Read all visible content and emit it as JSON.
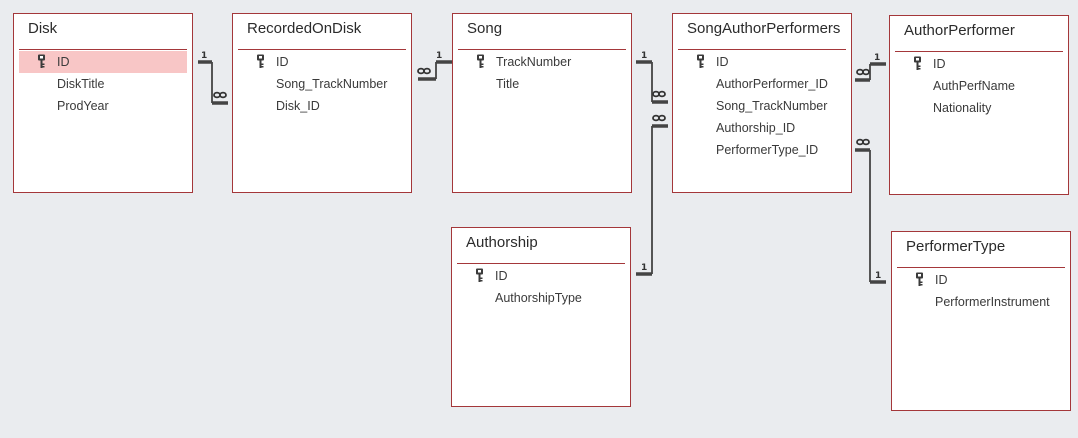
{
  "tables": [
    {
      "name": "Disk",
      "fields": [
        {
          "name": "ID",
          "key": true,
          "selected": true
        },
        {
          "name": "DiskTitle",
          "key": false
        },
        {
          "name": "ProdYear",
          "key": false
        }
      ]
    },
    {
      "name": "RecordedOnDisk",
      "fields": [
        {
          "name": "ID",
          "key": true
        },
        {
          "name": "Song_TrackNumber",
          "key": false
        },
        {
          "name": "Disk_ID",
          "key": false
        }
      ]
    },
    {
      "name": "Song",
      "fields": [
        {
          "name": "TrackNumber",
          "key": true
        },
        {
          "name": "Title",
          "key": false
        }
      ]
    },
    {
      "name": "SongAuthorPerformers",
      "fields": [
        {
          "name": "ID",
          "key": true
        },
        {
          "name": "AuthorPerformer_ID",
          "key": false
        },
        {
          "name": "Song_TrackNumber",
          "key": false
        },
        {
          "name": "Authorship_ID",
          "key": false
        },
        {
          "name": "PerformerType_ID",
          "key": false
        }
      ]
    },
    {
      "name": "AuthorPerformer",
      "fields": [
        {
          "name": "ID",
          "key": true
        },
        {
          "name": "AuthPerfName",
          "key": false
        },
        {
          "name": "Nationality",
          "key": false
        }
      ]
    },
    {
      "name": "Authorship",
      "fields": [
        {
          "name": "ID",
          "key": true
        },
        {
          "name": "AuthorshipType",
          "key": false
        }
      ]
    },
    {
      "name": "PerformerType",
      "fields": [
        {
          "name": "ID",
          "key": true
        },
        {
          "name": "PerformerInstrument",
          "key": false
        }
      ]
    }
  ],
  "relationships": [
    {
      "from": "Disk",
      "to": "RecordedOnDisk",
      "one_label": "1",
      "many_label": "∞"
    },
    {
      "from": "Song",
      "to": "RecordedOnDisk",
      "one_label": "1",
      "many_label": "∞"
    },
    {
      "from": "Song",
      "to": "SongAuthorPerformers",
      "one_label": "1",
      "many_label": "∞"
    },
    {
      "from": "Authorship",
      "to": "SongAuthorPerformers",
      "one_label": "1",
      "many_label": "∞"
    },
    {
      "from": "AuthorPerformer",
      "to": "SongAuthorPerformers",
      "one_label": "1",
      "many_label": "∞"
    },
    {
      "from": "PerformerType",
      "to": "SongAuthorPerformers",
      "one_label": "1",
      "many_label": "∞"
    }
  ],
  "colors": {
    "border": "#a4373a",
    "selected_row": "#f8c6c6",
    "background": "#eaecef"
  },
  "icons": {
    "primary_key": "key-icon"
  }
}
